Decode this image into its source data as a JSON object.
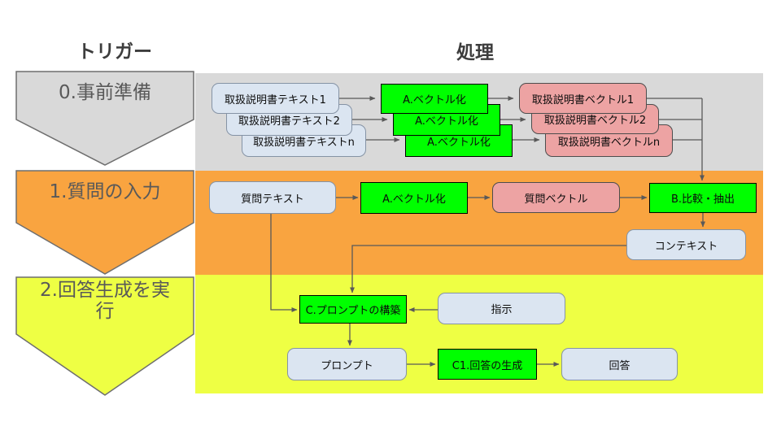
{
  "headers": {
    "trigger": "トリガー",
    "process": "処理"
  },
  "phases": [
    {
      "label": "0.事前準備",
      "fill": "#d9d9d9"
    },
    {
      "label": "1.質問の入力",
      "fill": "#f9a440"
    },
    {
      "label": "2.回答生成を実行",
      "fill": "#eeff44"
    }
  ],
  "nodes": {
    "manual_text_1": "取扱説明書テキスト1",
    "manual_text_2": "取扱説明書テキスト2",
    "manual_text_n": "取扱説明書テキストn",
    "vectorize_1": "A.ベクトル化",
    "vectorize_2": "A.ベクトル化",
    "vectorize_n": "A.ベクトル化",
    "manual_vector_1": "取扱説明書ベクトル1",
    "manual_vector_2": "取扱説明書ベクトル2",
    "manual_vector_n": "取扱説明書ベクトルn",
    "question_text": "質問テキスト",
    "vectorize_question": "A.ベクトル化",
    "question_vector": "質問ベクトル",
    "compare_extract": "B.比較・抽出",
    "context": "コンテキスト",
    "prompt_build": "C.プロンプトの構築",
    "instruction": "指示",
    "prompt": "プロンプト",
    "answer_generation": "C1.回答の生成",
    "answer": "回答"
  },
  "colors": {
    "band_gray": "#d9d9d9",
    "band_orange": "#f9a440",
    "band_yellow": "#eeff44",
    "node_blue": "#dbe5f1",
    "node_green": "#00ff00",
    "node_pink": "#eda3a3",
    "connector": "#595959",
    "text_muted": "#595959"
  }
}
